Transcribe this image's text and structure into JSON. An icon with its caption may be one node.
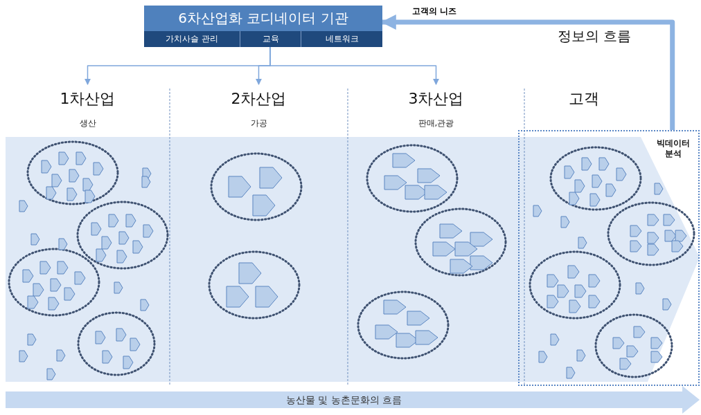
{
  "diagram": {
    "nodes": [
      {
        "text": [
          "6차산업화 코디네이터 기관"
        ]
      },
      {
        "text": [
          "가치사슬 관리"
        ],
        "in": 0
      },
      {
        "text": [
          "교육"
        ],
        "in": 0
      },
      {
        "text": [
          "네트워크"
        ],
        "in": 0
      },
      {
        "text": [
          "1차산업",
          "생산"
        ]
      },
      {
        "text": [
          "2차산업",
          "가공"
        ]
      },
      {
        "text": [
          "3차산업",
          "판매,관광"
        ]
      },
      {
        "text": [
          "고객"
        ]
      },
      {
        "text": [
          "빅데이터 분석"
        ]
      }
    ],
    "edges": [
      {
        "from": 2,
        "to": 4,
        "arrow": "to"
      },
      {
        "from": 2,
        "to": 5,
        "arrow": "to"
      },
      {
        "from": 2,
        "to": 6,
        "arrow": "to"
      },
      {
        "from": 8,
        "to": 0,
        "arrow": "to",
        "label": "고객의 니즈",
        "style": "thick"
      }
    ],
    "labels": [
      "정보의 흐름",
      "농산물 및 농촌문화의 흐름"
    ]
  }
}
